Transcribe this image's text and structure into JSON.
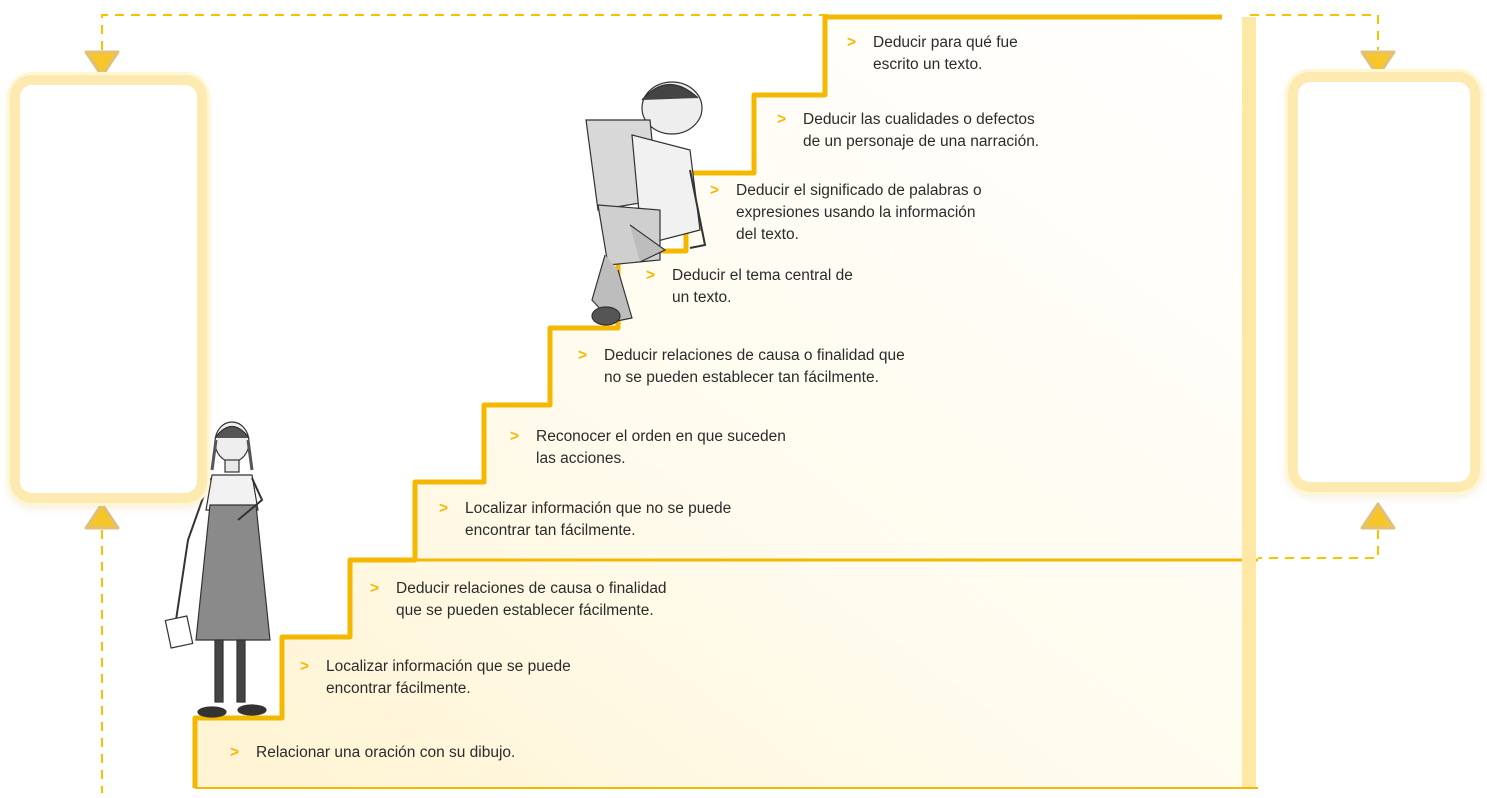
{
  "stairs": {
    "accent_color": "#f5b800",
    "dash_color": "#f5c400",
    "bullet_glyph": ">",
    "steps": [
      {
        "lines": [
          "Relacionar una oración con su dibujo."
        ]
      },
      {
        "lines": [
          "Localizar información que se puede",
          "encontrar fácilmente."
        ]
      },
      {
        "lines": [
          "Deducir relaciones de causa o finalidad",
          "que se pueden establecer fácilmente."
        ]
      },
      {
        "lines": [
          "Localizar información que no se puede",
          "encontrar tan fácilmente."
        ]
      },
      {
        "lines": [
          "Reconocer el orden en que suceden",
          "las acciones."
        ]
      },
      {
        "lines": [
          "Deducir relaciones de causa o finalidad que",
          "no se pueden establecer tan fácilmente."
        ]
      },
      {
        "lines": [
          "Deducir el tema central de",
          "un texto."
        ]
      },
      {
        "lines": [
          "Deducir el significado de palabras o",
          "expresiones usando la información",
          "del texto."
        ]
      },
      {
        "lines": [
          "Deducir las cualidades o defectos",
          "de un personaje de una narración."
        ]
      },
      {
        "lines": [
          "Deducir para qué fue",
          "escrito un texto."
        ]
      }
    ]
  },
  "side_boxes": {
    "left_box_text": "",
    "right_box_text": ""
  },
  "illustrations": {
    "girl": "girl-thinking-illustration",
    "boy": "boy-climbing-illustration"
  }
}
